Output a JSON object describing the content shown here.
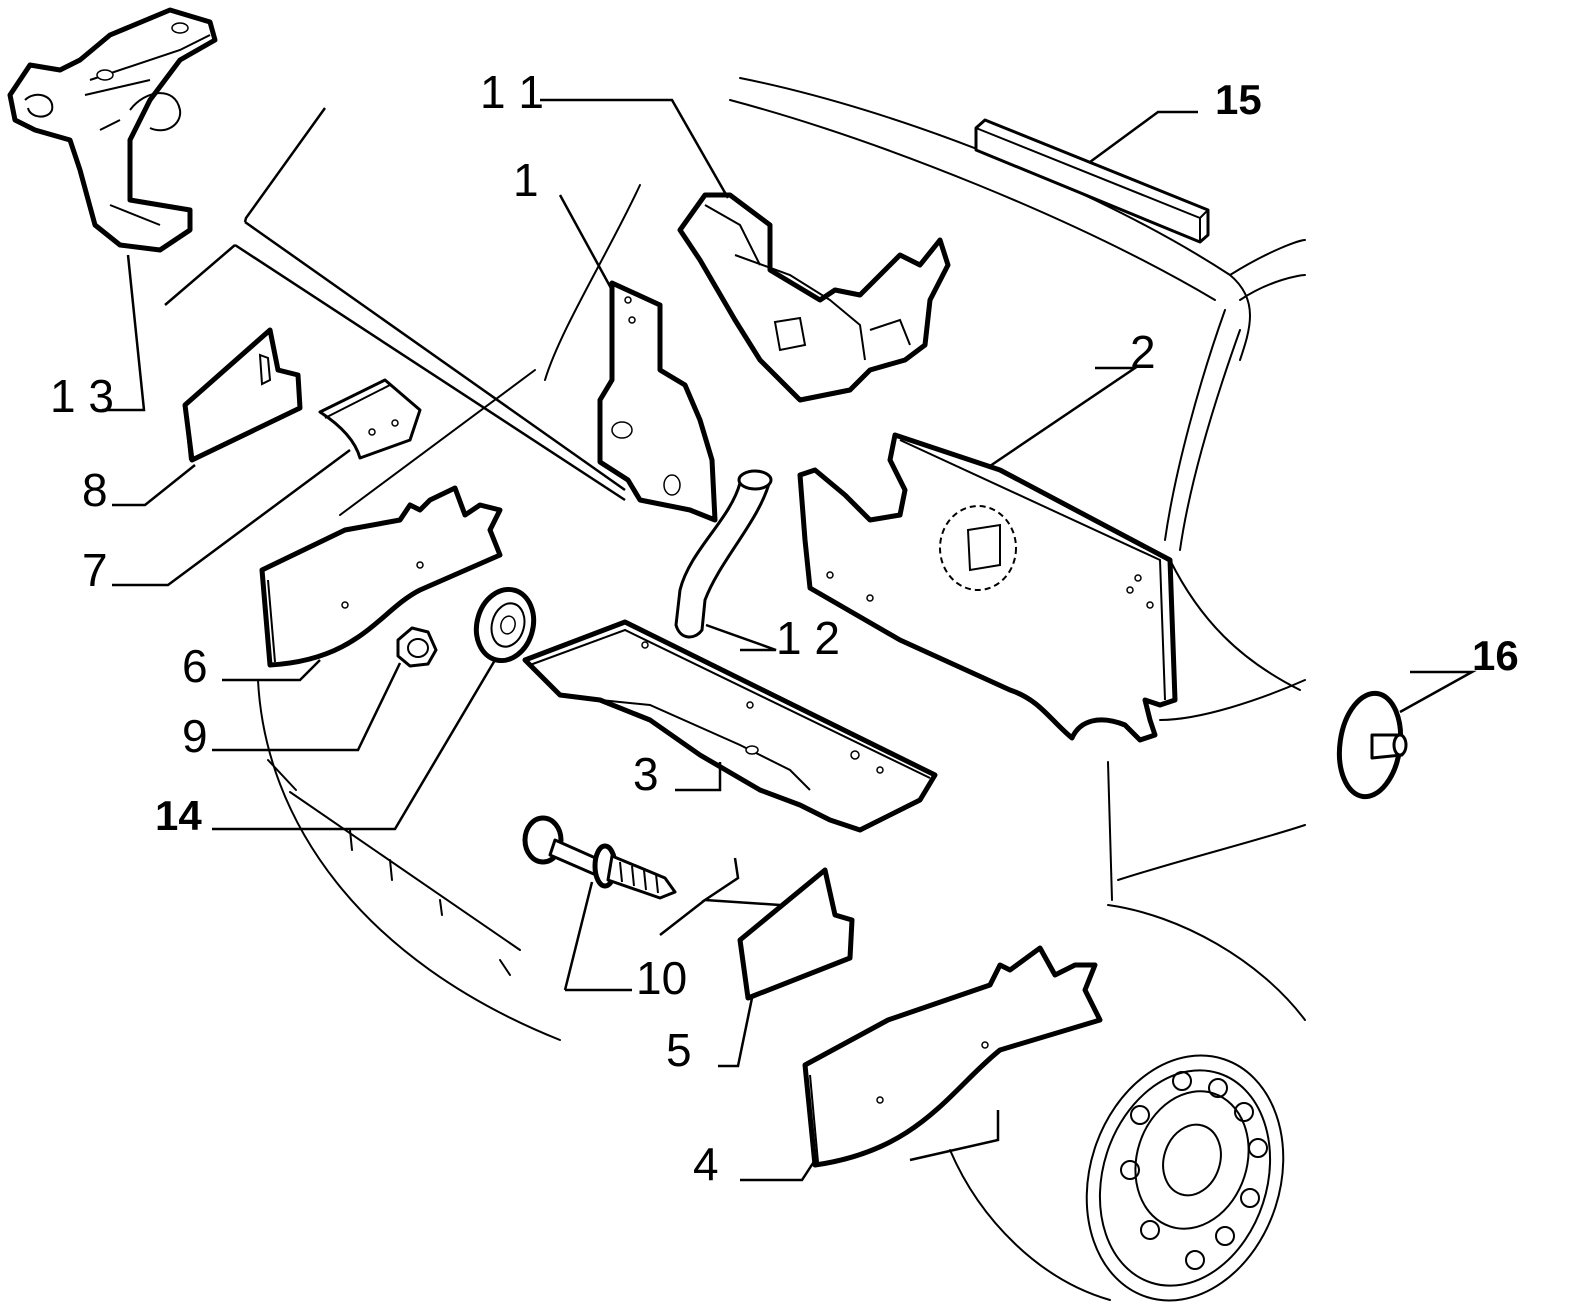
{
  "labels": {
    "p1": "1",
    "p2": "2",
    "p3": "3",
    "p4": "4",
    "p5": "5",
    "p6": "6",
    "p7": "7",
    "p8": "8",
    "p9": "9",
    "p10": "10",
    "p11": "1 1",
    "p12": "1 2",
    "p13": "1 3",
    "p14": "14",
    "p15": "15",
    "p16": "16"
  }
}
